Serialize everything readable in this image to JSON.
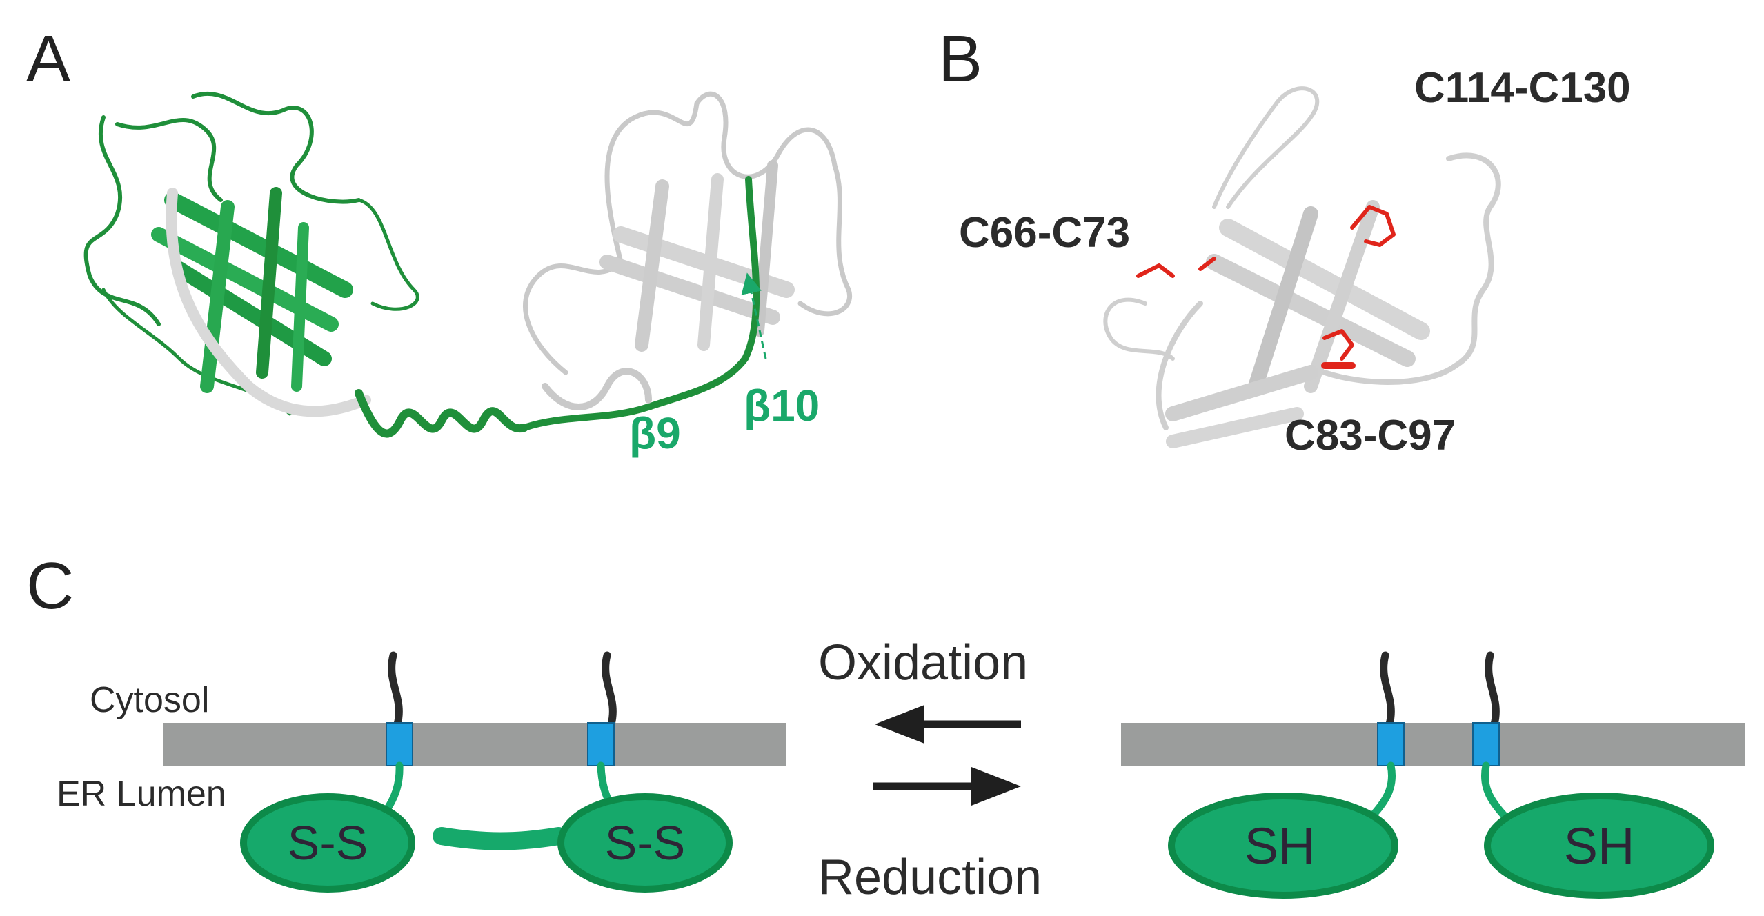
{
  "panels": {
    "a": {
      "letter": "A",
      "strand_labels": {
        "beta9": "β9",
        "beta10": "β10"
      },
      "colors": {
        "domain1": "#1f8f3a",
        "domain2": "#d9d9d9",
        "label": "#1aa86a"
      }
    },
    "b": {
      "letter": "B",
      "disulfides": {
        "top": "C114-C130",
        "left": "C66-C73",
        "bottom": "C83-C97"
      },
      "colors": {
        "disulfide": "#e0251b",
        "strands": "#d9d9d9"
      }
    },
    "c": {
      "letter": "C",
      "labels": {
        "cytosol": "Cytosol",
        "lumen": "ER Lumen",
        "oxidation": "Oxidation",
        "reduction": "Reduction"
      },
      "oxidized_state": {
        "left_domain": "S-S",
        "right_domain": "S-S"
      },
      "reduced_state": {
        "left_domain": "SH",
        "right_domain": "SH"
      },
      "colors": {
        "membrane": "#9b9d9c",
        "tm_segment": "#1e9fe0",
        "domain_fill": "#16a96b",
        "domain_border": "#0d8a49",
        "tail": "#2a2a2a"
      }
    }
  }
}
